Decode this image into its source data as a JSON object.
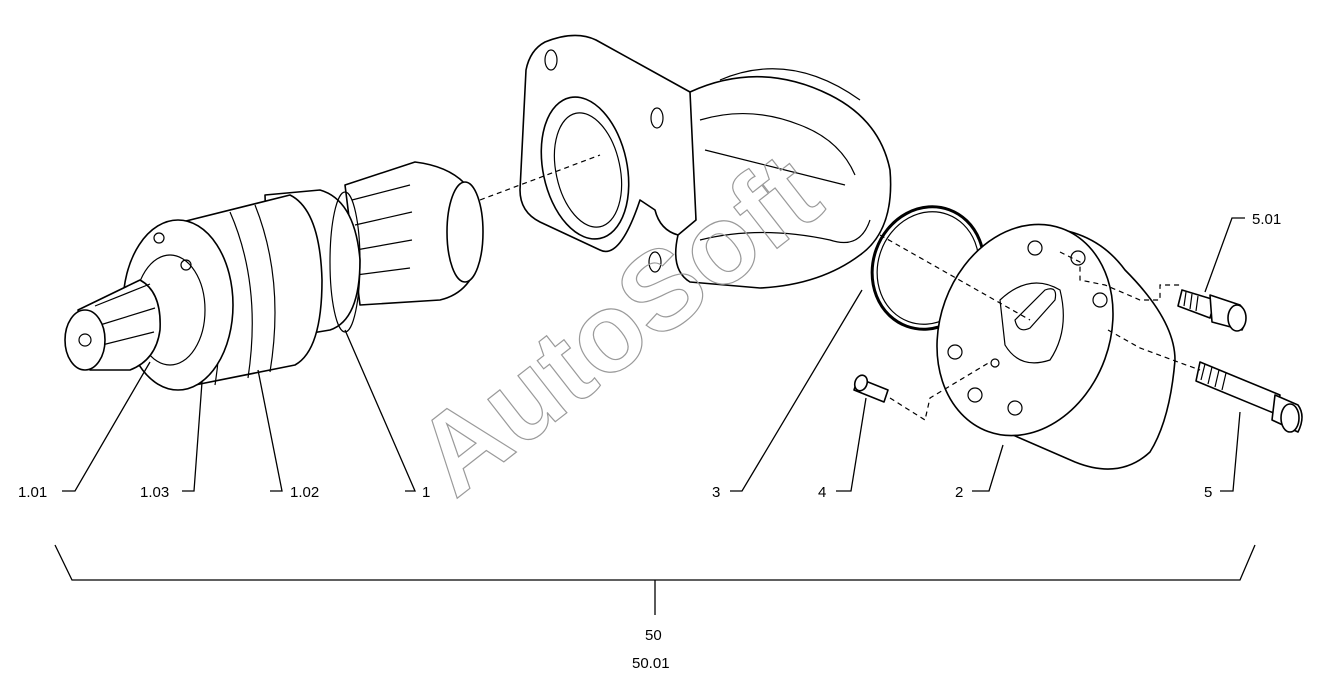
{
  "watermark": "AutoSoft",
  "labels": {
    "l_1_01": "1.01",
    "l_1_03": "1.03",
    "l_1_02": "1.02",
    "l_1": "1",
    "l_3": "3",
    "l_4": "4",
    "l_2": "2",
    "l_5": "5",
    "l_5_01": "5.01",
    "l_50": "50",
    "l_50_01": "50.01"
  }
}
